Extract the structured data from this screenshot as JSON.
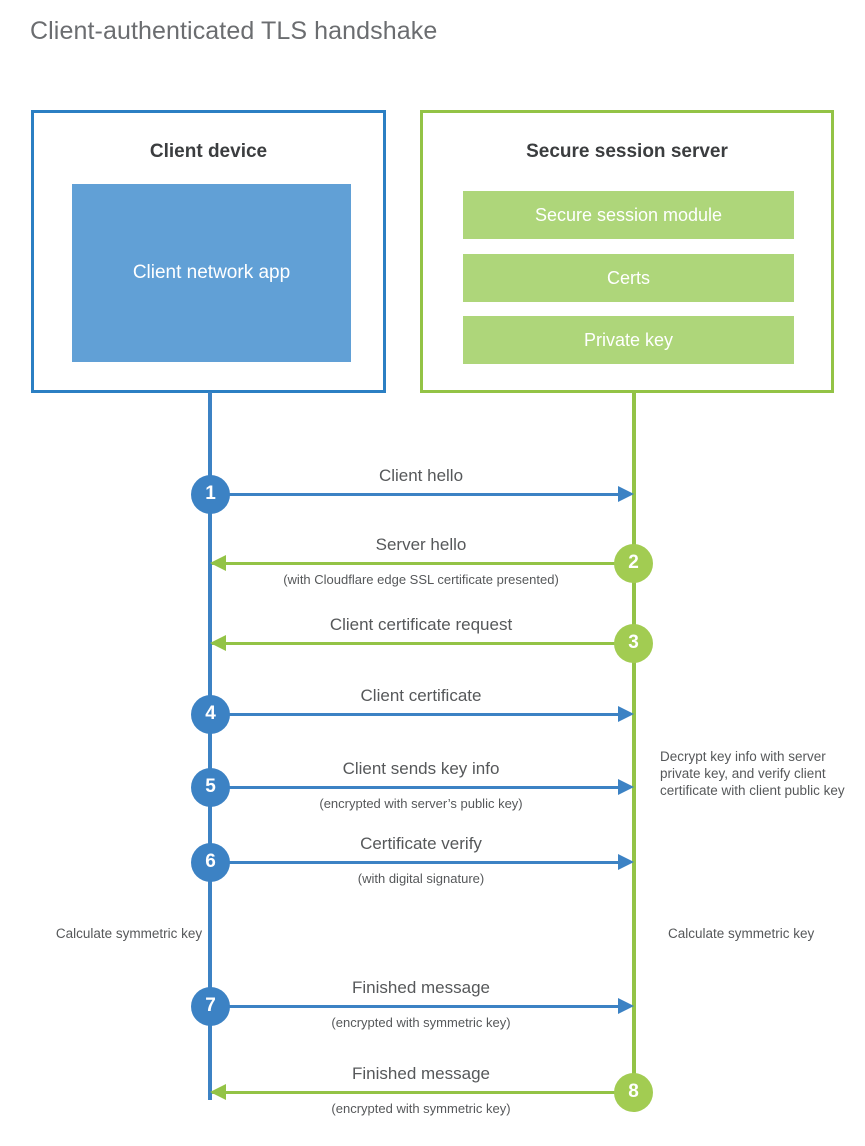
{
  "title": "Client-authenticated TLS handshake",
  "colors": {
    "client_accent": "#2b7fc3",
    "client_line": "#3c82c4",
    "client_app_fill": "#61a0d6",
    "server_accent": "#93c346",
    "server_circle": "#a2cc52",
    "server_bar_fill": "#aed67a",
    "text": "#56585a",
    "heading": "#3b3d3f",
    "background": "#ffffff"
  },
  "client_box": {
    "title": "Client device",
    "app_label": "Client network app"
  },
  "server_box": {
    "title": "Secure session server",
    "modules": [
      "Secure session module",
      "Certs",
      "Private key"
    ]
  },
  "steps": [
    {
      "number": "1",
      "direction": "to-server",
      "label": "Client hello",
      "sublabel": ""
    },
    {
      "number": "2",
      "direction": "to-client",
      "label": "Server hello",
      "sublabel": "(with Cloudflare edge SSL certificate presented)"
    },
    {
      "number": "3",
      "direction": "to-client",
      "label": "Client certificate request",
      "sublabel": ""
    },
    {
      "number": "4",
      "direction": "to-server",
      "label": "Client certificate",
      "sublabel": ""
    },
    {
      "number": "5",
      "direction": "to-server",
      "label": "Client sends key info",
      "sublabel": "(encrypted with server’s public key)"
    },
    {
      "number": "6",
      "direction": "to-server",
      "label": "Certificate verify",
      "sublabel": "(with digital signature)"
    },
    {
      "number": "7",
      "direction": "to-server",
      "label": "Finished message",
      "sublabel": "(encrypted with symmetric key)"
    },
    {
      "number": "8",
      "direction": "to-client",
      "label": "Finished message",
      "sublabel": "(encrypted with symmetric key)"
    }
  ],
  "notes": {
    "server_decrypt": "Decrypt key info with server private key, and verify client certificate with client public key",
    "calculate_symmetric_key_client": "Calculate symmetric key",
    "calculate_symmetric_key_server": "Calculate symmetric key"
  }
}
